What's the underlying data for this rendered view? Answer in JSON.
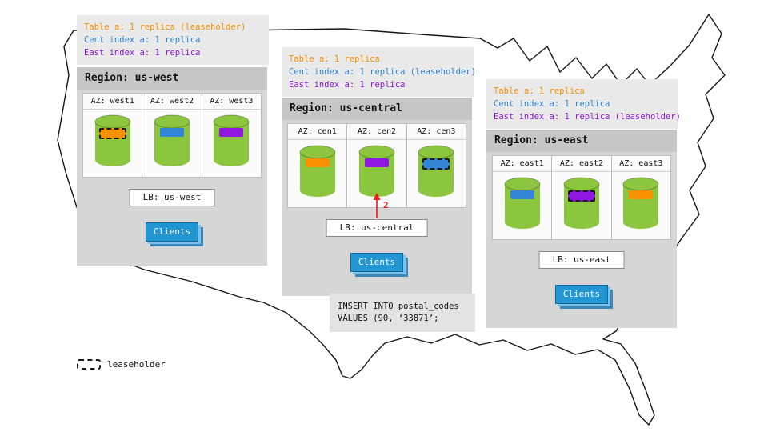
{
  "colors": {
    "orange": "#f79100",
    "blue": "#3385d6",
    "purple": "#8f17e0",
    "db_green": "#8cc63f",
    "clients_blue": "#2196d3",
    "arrow_red": "#ee1c1c"
  },
  "regions": [
    {
      "id": "us-west",
      "legend": [
        {
          "text": "Table a: 1 replica (leaseholder)",
          "color": "#f79100"
        },
        {
          "text": "Cent index a: 1 replica",
          "color": "#3385d6"
        },
        {
          "text": "East index a: 1 replica",
          "color": "#8f17e0"
        }
      ],
      "region_label": "Region: us-west",
      "azs": [
        {
          "label": "AZ: west1",
          "bar_color": "#f79100",
          "leaseholder": true
        },
        {
          "label": "AZ: west2",
          "bar_color": "#3385d6",
          "leaseholder": false
        },
        {
          "label": "AZ: west3",
          "bar_color": "#8f17e0",
          "leaseholder": false
        }
      ],
      "lb_label": "LB: us-west",
      "clients_label": "Clients"
    },
    {
      "id": "us-central",
      "legend": [
        {
          "text": "Table a: 1 replica",
          "color": "#f79100"
        },
        {
          "text": "Cent index a: 1 replica (leaseholder)",
          "color": "#3385d6"
        },
        {
          "text": "East index a: 1 replica",
          "color": "#8f17e0"
        }
      ],
      "region_label": "Region: us-central",
      "azs": [
        {
          "label": "AZ: cen1",
          "bar_color": "#f79100",
          "leaseholder": false
        },
        {
          "label": "AZ: cen2",
          "bar_color": "#8f17e0",
          "leaseholder": false
        },
        {
          "label": "AZ: cen3",
          "bar_color": "#3385d6",
          "leaseholder": true
        }
      ],
      "lb_label": "LB: us-central",
      "clients_label": "Clients"
    },
    {
      "id": "us-east",
      "legend": [
        {
          "text": "Table a: 1 replica",
          "color": "#f79100"
        },
        {
          "text": "Cent index a: 1 replica",
          "color": "#3385d6"
        },
        {
          "text": "East index a: 1 replica (leaseholder)",
          "color": "#8f17e0"
        }
      ],
      "region_label": "Region: us-east",
      "azs": [
        {
          "label": "AZ: east1",
          "bar_color": "#3385d6",
          "leaseholder": false
        },
        {
          "label": "AZ: east2",
          "bar_color": "#8f17e0",
          "leaseholder": true
        },
        {
          "label": "AZ: east3",
          "bar_color": "#f79100",
          "leaseholder": false
        }
      ],
      "lb_label": "LB: us-east",
      "clients_label": "Clients"
    }
  ],
  "annotation": {
    "label": "2",
    "color": "#ee1c1c"
  },
  "sql": {
    "line1": "INSERT INTO postal_codes",
    "line2": "VALUES (90, ‘33871’;"
  },
  "key": {
    "label": "leaseholder"
  }
}
